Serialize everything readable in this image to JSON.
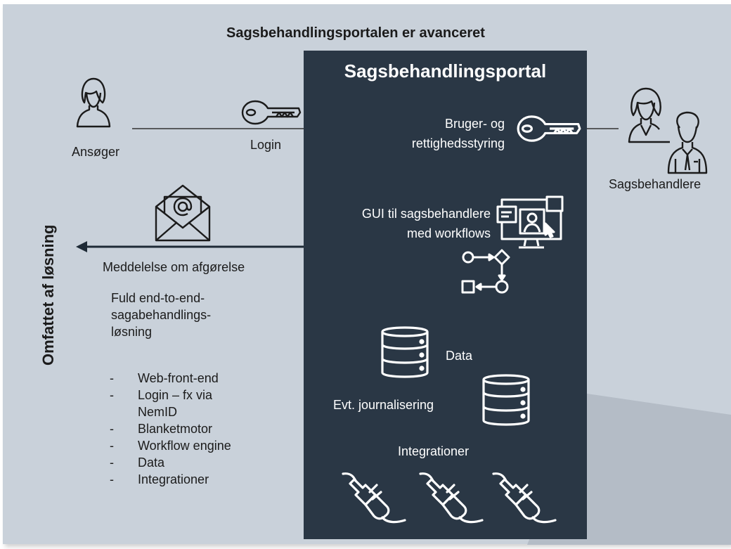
{
  "title": "Sagsbehandlingsportalen er avanceret",
  "portal": {
    "title": "Sagsbehandlingsportal",
    "user_rights": [
      "Bruger- og",
      "rettighedsstyring"
    ],
    "gui": [
      "GUI til sagsbehandlere",
      "med workflows"
    ],
    "data": "Data",
    "journal": "Evt. journalisering",
    "integrations": "Integrationer"
  },
  "applicant": "Ansøger",
  "login": "Login",
  "caseworkers": "Sagsbehandlere",
  "notice": "Meddelelse om afgørelse",
  "scope_label": "Omfattet af løsning",
  "full_solution": [
    "Fuld end-to-end-",
    "sagabehandlings-",
    "løsning"
  ],
  "features": [
    {
      "dash": "-",
      "lines": [
        "Web-front-end"
      ]
    },
    {
      "dash": "-",
      "lines": [
        "Login – fx via",
        "NemID"
      ]
    },
    {
      "dash": "-",
      "lines": [
        "Blanketmotor"
      ]
    },
    {
      "dash": "-",
      "lines": [
        "Workflow engine"
      ]
    },
    {
      "dash": "-",
      "lines": [
        "Data"
      ]
    },
    {
      "dash": "-",
      "lines": [
        "Integrationer"
      ]
    }
  ],
  "icons": {
    "applicant": "person-woman-icon",
    "login": "key-icon",
    "portal_key": "key-icon",
    "caseworkers": "people-icon",
    "email": "envelope-icon",
    "gui": "monitor-user-icon",
    "workflow": "workflow-icon",
    "database": "database-icon",
    "plug": "plug-icon"
  },
  "colors": {
    "background": "#c9d1da",
    "portal": "#2a3745",
    "text": "#1b1b1b",
    "portal_text": "#ffffff"
  }
}
